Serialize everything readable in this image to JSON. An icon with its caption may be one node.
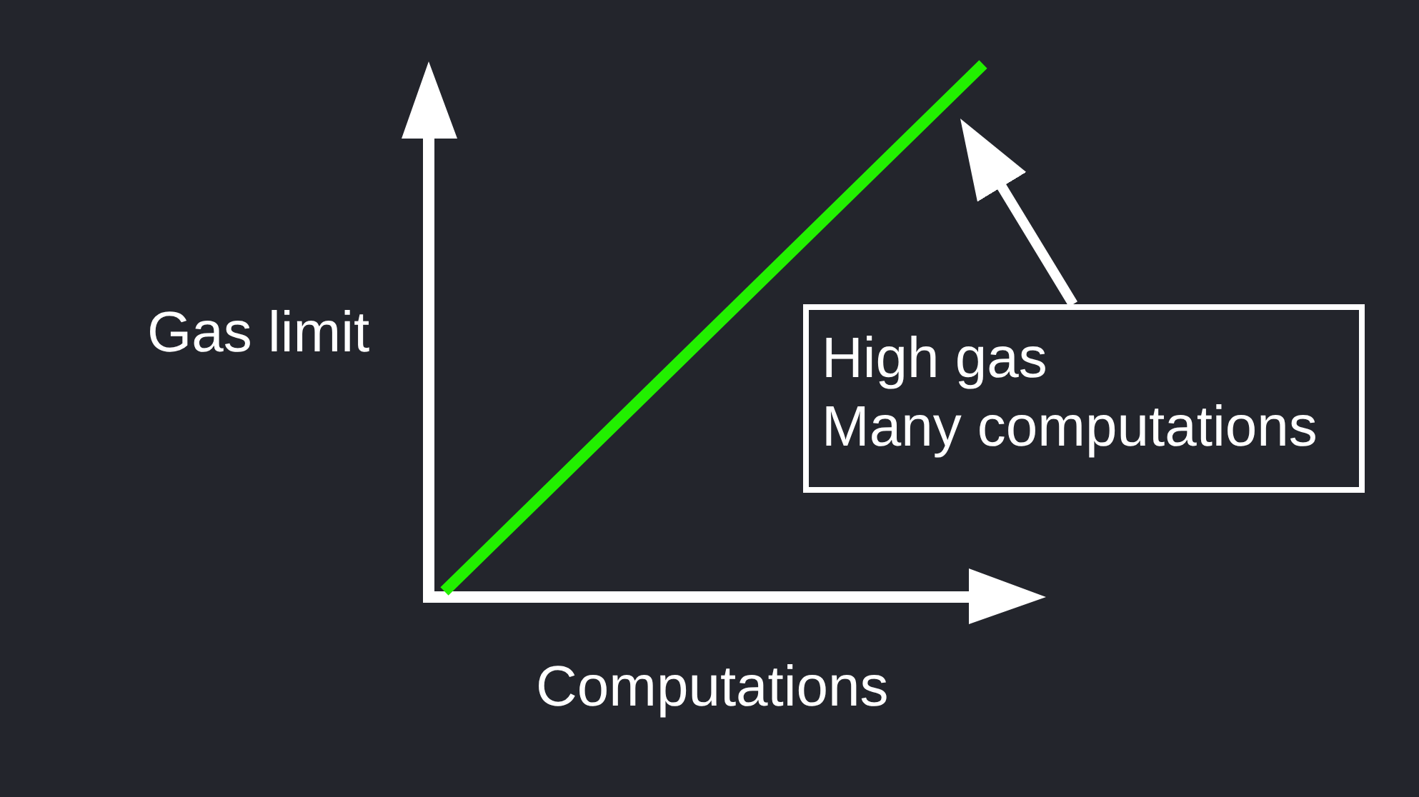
{
  "diagram": {
    "nodes": [
      {
        "text": [],
        "shape": "line"
      },
      {
        "text": [
          "High gas",
          "Many computations"
        ]
      }
    ],
    "edges": [
      {
        "from": 1,
        "to": 0,
        "arrow": "to"
      }
    ],
    "labels": [
      "Gas limit",
      "Computations"
    ]
  }
}
